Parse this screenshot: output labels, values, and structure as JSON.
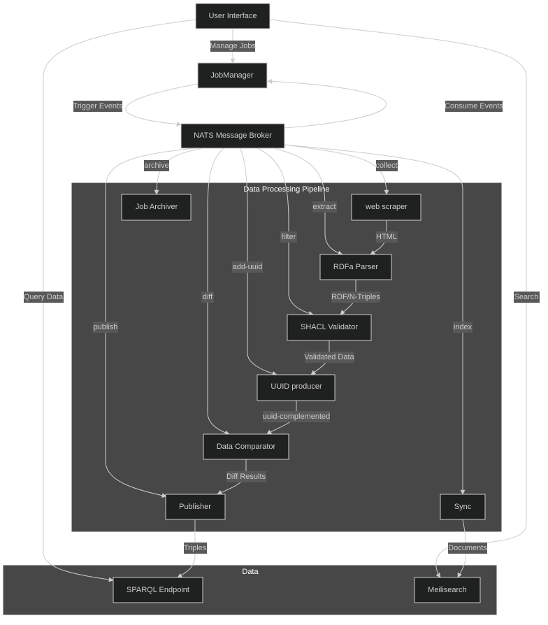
{
  "clusters": {
    "pipeline": "Data Processing Pipeline",
    "data": "Data"
  },
  "nodes": {
    "ui": "User Interface",
    "jobmanager": "JobManager",
    "nats": "NATS Message Broker",
    "archiver": "Job Archiver",
    "scraper": "web scraper",
    "rdfa": "RDFa Parser",
    "shacl": "SHACL Validator",
    "uuid": "UUID producer",
    "comparator": "Data Comparator",
    "publisher": "Publisher",
    "sync": "Sync",
    "sparql": "SPARQL Endpoint",
    "meili": "Meilisearch"
  },
  "edges": {
    "manage_jobs": "Manage Jobs",
    "trigger_events": "Trigger Events",
    "consume_events": "Consume Events",
    "archive": "archive",
    "collect": "collect",
    "extract": "extract",
    "filter": "filter",
    "add_uuid": "add-uuid",
    "diff": "diff",
    "publish": "publish",
    "index": "index",
    "html": "HTML",
    "rdf_ntriples": "RDF/N-Triples",
    "validated_data": "Validated Data",
    "uuid_complemented": "uuid-complemented",
    "diff_results": "Diff Results",
    "triples": "Triples",
    "documents": "Documents",
    "query_data": "Query Data",
    "search": "Search"
  }
}
